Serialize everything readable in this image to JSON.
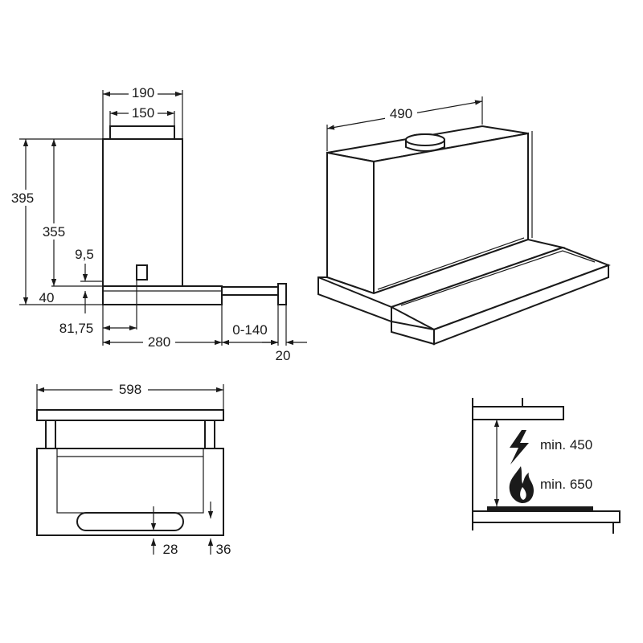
{
  "side_view": {
    "width_total": "190",
    "width_duct": "150",
    "height_total": "395",
    "height_body": "355",
    "offset_95": "9,5",
    "height_40": "40",
    "depth_8175": "81,75",
    "depth_280": "280",
    "extension": "0-140",
    "front_20": "20"
  },
  "perspective_view": {
    "width": "490"
  },
  "front_view": {
    "width": "598",
    "dim_28": "28",
    "dim_36": "36"
  },
  "clearance_view": {
    "min_electric": "min. 450",
    "min_gas": "min. 650"
  }
}
